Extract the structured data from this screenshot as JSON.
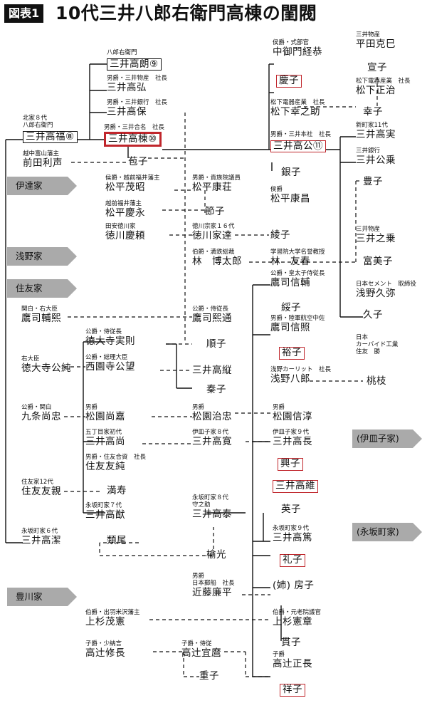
{
  "header": {
    "tag": "図表1",
    "title": "10代三井八郎右衛門高棟の閨閥"
  },
  "colors": {
    "accent": "#c0262c",
    "arrow": "#aaaaaa",
    "line": "#111111"
  },
  "family_labels": {
    "date": "伊達家",
    "asano": "浅野家",
    "sumitomo": "住友家",
    "hosokawa": "豊川家",
    "iyoko": "(伊皿子家)",
    "nagasaka": "(永坂町家)"
  },
  "persons": {
    "takaaki": {
      "t": "八郎右衛門",
      "m": "三井高朗⑨"
    },
    "takahiro": {
      "t": "男爵・三井物産　社長",
      "m": "三井高弘"
    },
    "takayasu": {
      "t": "男爵・三井銀行　社長",
      "m": "三井高保"
    },
    "takamune": {
      "t": "男爵・三井合名　社長",
      "m": "三井高棟⑩"
    },
    "takayoshi": {
      "t": "北家８代\n八郎右衛門",
      "m": "三井高福⑧"
    },
    "maeda": {
      "t": "越中富山藩主",
      "m": "前田利声"
    },
    "tomoko": {
      "t": "",
      "m": "苞子"
    },
    "shigeaki": {
      "t": "侯爵・越前福井藩主",
      "m": "松平茂昭"
    },
    "yasuo": {
      "t": "男爵・貴族院議員",
      "m": "松平康荘"
    },
    "yoshinaga": {
      "t": "越前福井藩主",
      "m": "松平慶永"
    },
    "setsuko": {
      "t": "",
      "m": "節子"
    },
    "yoshiyori": {
      "t": "田安徳川家",
      "m": "徳川慶頼"
    },
    "satotaka": {
      "t": "徳川宗家１６代",
      "m": "徳川家達"
    },
    "ayako": {
      "t": "",
      "m": "綾子"
    },
    "hayashih": {
      "t": "伯爵・満鉄総裁",
      "m": "林　博太郎"
    },
    "hayashit": {
      "t": "学習院大学名誉教授",
      "m": "林　友春"
    },
    "takatsuka": {
      "t": "侯爵・式部官",
      "m": "中御門経恭"
    },
    "keiko": {
      "t": "",
      "m": "慶子"
    },
    "kimi": {
      "t": "男爵・三井本社　社長",
      "m": "三井高公⑪"
    },
    "ginko": {
      "t": "",
      "m": "銀子"
    },
    "yasumasa": {
      "t": "侯爵",
      "m": "松平康昌"
    },
    "hirata": {
      "t": "三井物産",
      "m": "平田克巳"
    },
    "noriko": {
      "t": "",
      "m": "宣子"
    },
    "konosuke": {
      "t": "松下電器産業　社長",
      "m": "松下正治"
    },
    "kounosuke": {
      "t": "松下電器産業　社長",
      "m": "松下幸之助"
    },
    "sachiko": {
      "t": "",
      "m": "幸子"
    },
    "takami": {
      "t": "新町家11代",
      "m": "三井高実"
    },
    "kosai": {
      "t": "三井銀行",
      "m": "三井公乗"
    },
    "toyoko": {
      "t": "",
      "m": "豊子"
    },
    "yukinori": {
      "t": "三井物産",
      "m": "三井之乗"
    },
    "fumiko": {
      "t": "",
      "m": "富美子"
    },
    "asanokuya": {
      "t": "日本セメント　取締役",
      "m": "浅野久弥"
    },
    "hisako": {
      "t": "",
      "m": "久子"
    },
    "nobusuke": {
      "t": "公爵・皇太子侍従長",
      "m": "鷹司信輔"
    },
    "yasuko": {
      "t": "",
      "m": "綏子"
    },
    "nobuteru": {
      "t": "男爵・陸軍航空中佐",
      "m": "鷹司信照"
    },
    "yuko": {
      "t": "",
      "m": "裕子"
    },
    "sumitomoM": {
      "t": "日本\nカーバイド工業\n住友　勝",
      "m": ""
    },
    "momoe": {
      "t": "",
      "m": "桃枝"
    },
    "asano8": {
      "t": "浅野カーリット　社長",
      "m": "浅野八郎"
    },
    "sukehiro": {
      "t": "関白・右大臣",
      "m": "鷹司輔熙"
    },
    "hirotomi": {
      "t": "公爵・侍従長",
      "m": "鷹司熙通"
    },
    "tokudaiji": {
      "t": "公爵・侍従長",
      "m": "徳大寺実則"
    },
    "junko": {
      "t": "",
      "m": "順子"
    },
    "kinito": {
      "t": "右大臣",
      "m": "徳大寺公純"
    },
    "saionji": {
      "t": "公爵・総理大臣",
      "m": "西園寺公望"
    },
    "takataka": {
      "t": "",
      "m": "三井高縦"
    },
    "hatako": {
      "t": "",
      "m": "秦子"
    },
    "kujo": {
      "t": "公爵・関白",
      "m": "九条尚忠"
    },
    "sonoi": {
      "t": "男爵",
      "m": "松園尚嘉"
    },
    "haruyoshi": {
      "t": "男爵",
      "m": "松園治忠"
    },
    "nobuatsu": {
      "t": "男爵",
      "m": "松園信淳"
    },
    "takahisa": {
      "t": "五丁目家初代",
      "m": "三井高尚"
    },
    "takahiro8": {
      "t": "伊皿子家８代",
      "m": "三井高寛"
    },
    "takanaga": {
      "t": "伊皿子家９代",
      "m": "三井高長"
    },
    "tomozumi": {
      "t": "男爵・住友合資　社長",
      "m": "住友友純"
    },
    "okiko": {
      "t": "",
      "m": "興子"
    },
    "takatsuna": {
      "t": "",
      "m": "三井高維"
    },
    "tomochika": {
      "t": "住友家12代",
      "m": "住友友親"
    },
    "mitsuju": {
      "t": "",
      "m": "満寿"
    },
    "takayu": {
      "t": "永坂町家７代",
      "m": "三井高猷"
    },
    "takayasu2": {
      "t": "永坂町家８代\n守之助",
      "m": "三井高泰"
    },
    "eiko": {
      "t": "",
      "m": "英子"
    },
    "takaatsu": {
      "t": "永坂町家９代",
      "m": "三井高篤"
    },
    "takakiyo": {
      "t": "永坂町家６代",
      "m": "三井高潔"
    },
    "ruio": {
      "t": "",
      "m": "類尾"
    },
    "kaneko": {
      "t": "",
      "m": "榆光"
    },
    "reiko": {
      "t": "",
      "m": "礼子"
    },
    "kondo": {
      "t": "男爵\n日本郵船　社長",
      "m": "近藤廉平"
    },
    "fusako": {
      "t": "",
      "m": "(姉) 房子"
    },
    "uesugiM": {
      "t": "伯爵・出羽米沢藩主",
      "m": "上杉茂憲"
    },
    "uesugiK": {
      "t": "伯爵・元老院議官",
      "m": "上杉憲章"
    },
    "takako": {
      "t": "",
      "m": "貫子"
    },
    "takatsujiO": {
      "t": "子爵・少納言",
      "m": "高辻修長"
    },
    "takatsujiY": {
      "t": "子爵・侍従",
      "m": "高辻宜麿"
    },
    "takatsujiM": {
      "t": "子爵",
      "m": "高辻正長"
    },
    "shigeko": {
      "t": "",
      "m": "重子"
    },
    "shoko": {
      "t": "",
      "m": "祥子"
    }
  }
}
